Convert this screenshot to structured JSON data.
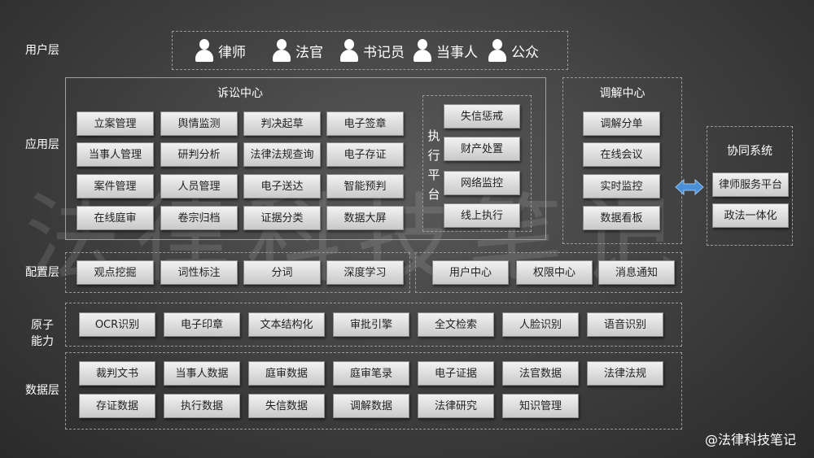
{
  "layers": {
    "user": "用户层",
    "application": "应用层",
    "config": "配置层",
    "atomic": "原子\n能力",
    "data": "数据层"
  },
  "users": [
    "律师",
    "法官",
    "书记员",
    "当事人",
    "公众"
  ],
  "litigation": {
    "title": "诉讼中心",
    "items": [
      "立案管理",
      "舆情监测",
      "判决起草",
      "电子签章",
      "当事人管理",
      "研判分析",
      "法律法规查询",
      "电子存证",
      "案件管理",
      "人员管理",
      "电子送达",
      "智能预判",
      "在线庭审",
      "卷宗归档",
      "证据分类",
      "数据大屏"
    ]
  },
  "execution": {
    "title": "执行平台",
    "items": [
      "失信惩戒",
      "财产处置",
      "网络监控",
      "线上执行"
    ]
  },
  "mediation": {
    "title": "调解中心",
    "items": [
      "调解分单",
      "在线会议",
      "实时监控",
      "数据看板"
    ]
  },
  "collab": {
    "title": "协同系统",
    "items": [
      "律师服务平台",
      "政法一体化"
    ]
  },
  "config": {
    "left": [
      "观点挖掘",
      "词性标注",
      "分词",
      "深度学习"
    ],
    "right": [
      "用户中心",
      "权限中心",
      "消息通知"
    ]
  },
  "atomic": [
    "OCR识别",
    "电子印章",
    "文本结构化",
    "审批引擎",
    "全文检索",
    "人脸识别",
    "语音识别"
  ],
  "data_layer": [
    "裁判文书",
    "当事人数据",
    "庭审数据",
    "庭审笔录",
    "电子证据",
    "法官数据",
    "法律法规",
    "存证数据",
    "执行数据",
    "失信数据",
    "调解数据",
    "法律研究",
    "知识管理"
  ],
  "watermark": "法律科技笔记",
  "credit": "@法律科技笔记",
  "colors": {
    "arrow": "#4a90d9"
  }
}
